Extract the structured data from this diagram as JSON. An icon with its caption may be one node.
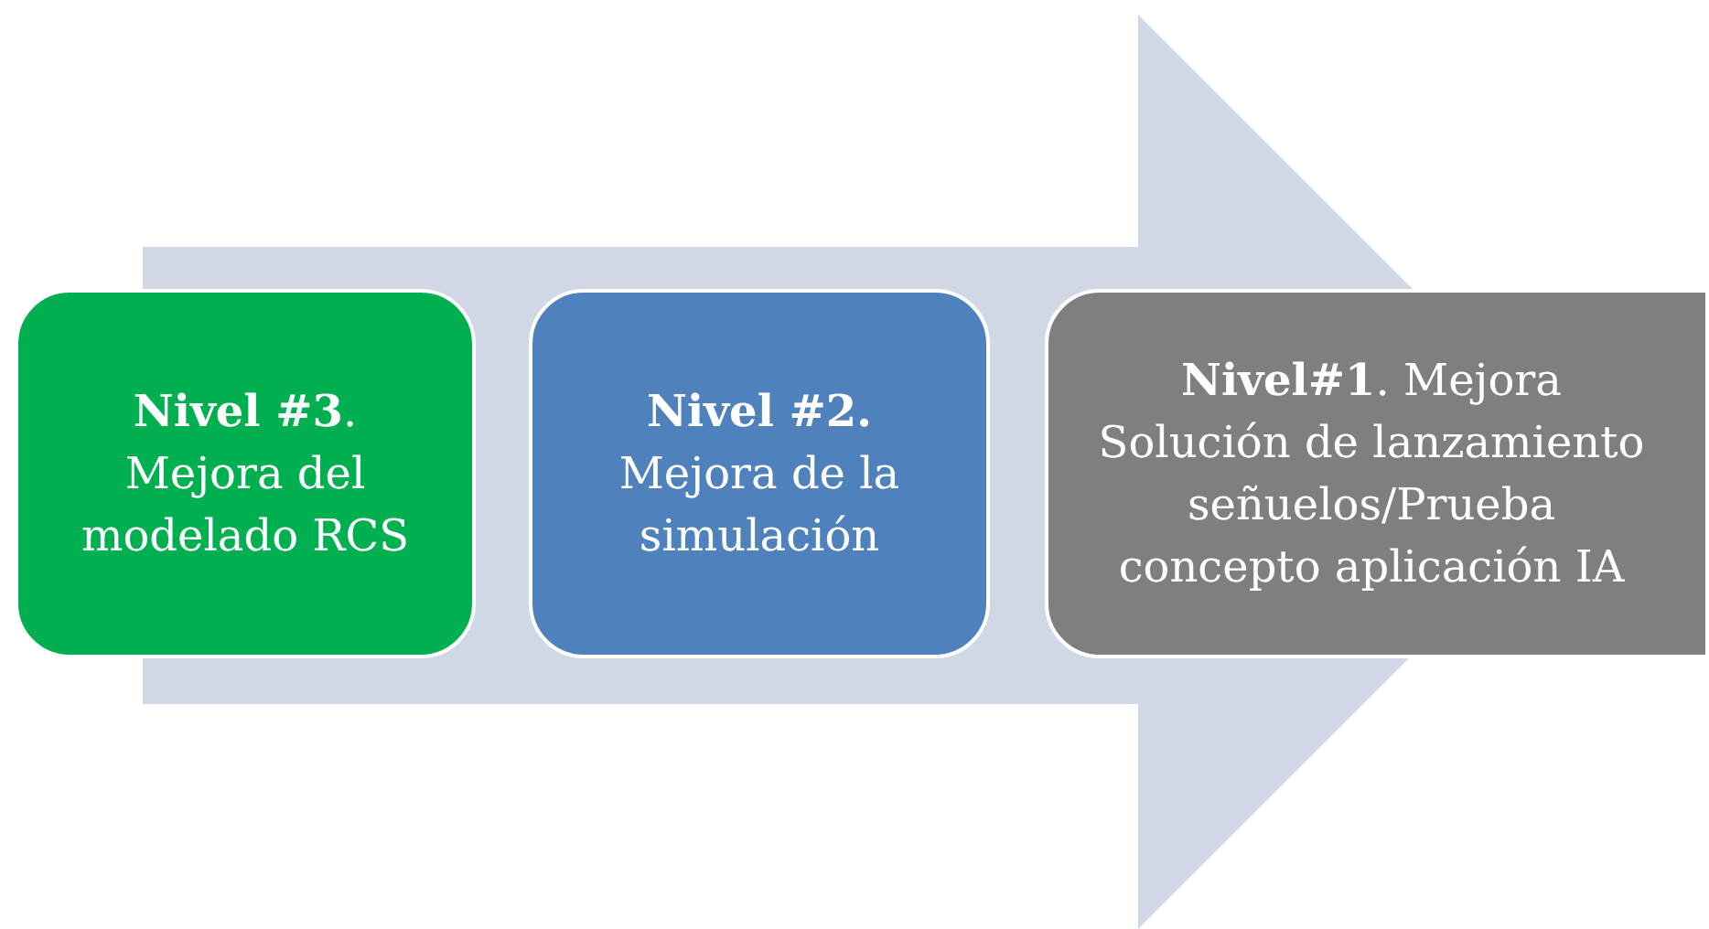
{
  "diagram": {
    "nodes": [
      {
        "text": [
          "**Nivel #3**. Mejora del modelado RCS"
        ]
      },
      {
        "text": [
          "**Nivel #2.** Mejora de la simulación"
        ]
      },
      {
        "text": [
          "**Nivel#1**. Mejora Solución de lanzamiento señuelos/Prueba concepto aplicación IA"
        ]
      }
    ],
    "edges": [
      {
        "from": 0,
        "to": 2,
        "arrow": "to"
      }
    ]
  }
}
